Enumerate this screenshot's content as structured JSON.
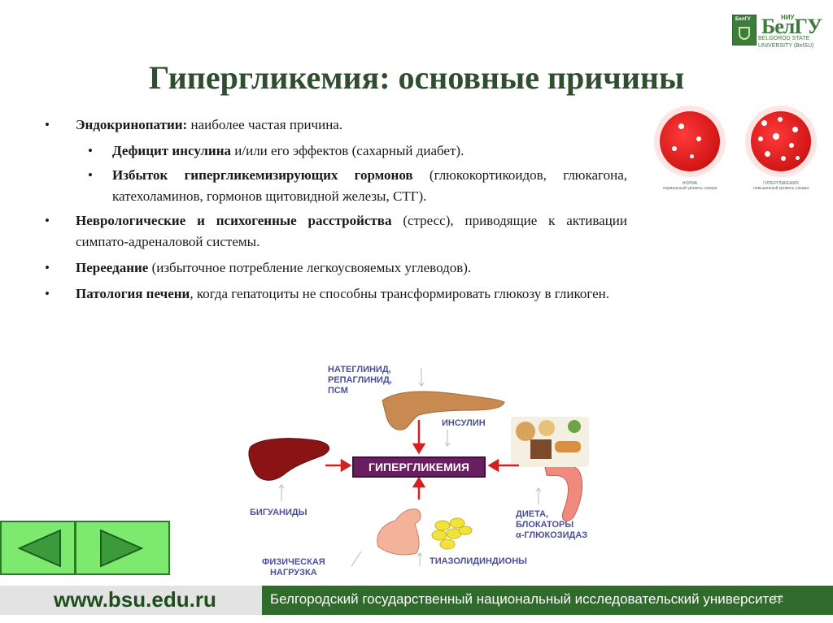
{
  "logo": {
    "nru": "НИУ",
    "name": "БелГУ",
    "badge": "БелГУ",
    "sub1": "BELGOROD STATE",
    "sub2": "UNIVERSITY (BelSU)"
  },
  "title": "Гипергликемия: основные причины",
  "bullets": {
    "b1": {
      "bold": "Эндокринопатии:",
      "text": " наиболее частая причина."
    },
    "b1a": {
      "bold": "Дефицит инсулина",
      "text": " и/или его эффектов (сахарный диабет)."
    },
    "b1b": {
      "bold": "Избыток гипергликемизирующих гормонов",
      "text": " (глюкокортикоидов, глюкагона, катехоламинов, гормонов щитовидной железы, СТГ)."
    },
    "b2": {
      "bold": "Неврологические и психогенные расстройства",
      "text": " (стресс), приводящие к активации симпато-адреналовой системы."
    },
    "b3": {
      "bold": "Переедание",
      "text": " (избыточное потребление легкоусвояемых углеводов)."
    },
    "b4": {
      "bold": "Патология печени",
      "text": ", когда гепатоциты не способны трансформировать глюкозу в гликоген."
    }
  },
  "cells": {
    "left_title": "НОРМА",
    "left_sub": "нормальный уровень сахара",
    "right_title": "ГИПЕРГЛИКЕМИЯ",
    "right_sub": "повышенный уровень сахара"
  },
  "diagram": {
    "center": "ГИПЕРГЛИКЕМИЯ",
    "drugs_top": [
      "НАТЕГЛИНИД,",
      "РЕПАГЛИНИД,",
      "ПСМ"
    ],
    "insulin": "ИНСУЛИН",
    "biguanides": "БИГУАНИДЫ",
    "diet": [
      "ДИЕТА,",
      "БЛОКАТОРЫ",
      "α-ГЛЮКОЗИДАЗ"
    ],
    "exercise": [
      "ФИЗИЧЕСКАЯ",
      "НАГРУЗКА"
    ],
    "tzd": "ТИАЗОЛИДИНДИОНЫ"
  },
  "footer": {
    "url": "www.bsu.edu.ru",
    "university": "Белгородский государственный национальный исследовательский университет",
    "page": "12"
  },
  "colors": {
    "title": "#2f4d2f",
    "footer": "#2f6b2a",
    "nav": "#7dea6f",
    "hyper_box": "#6a1e62",
    "diagram_text": "#4a4f9c"
  }
}
